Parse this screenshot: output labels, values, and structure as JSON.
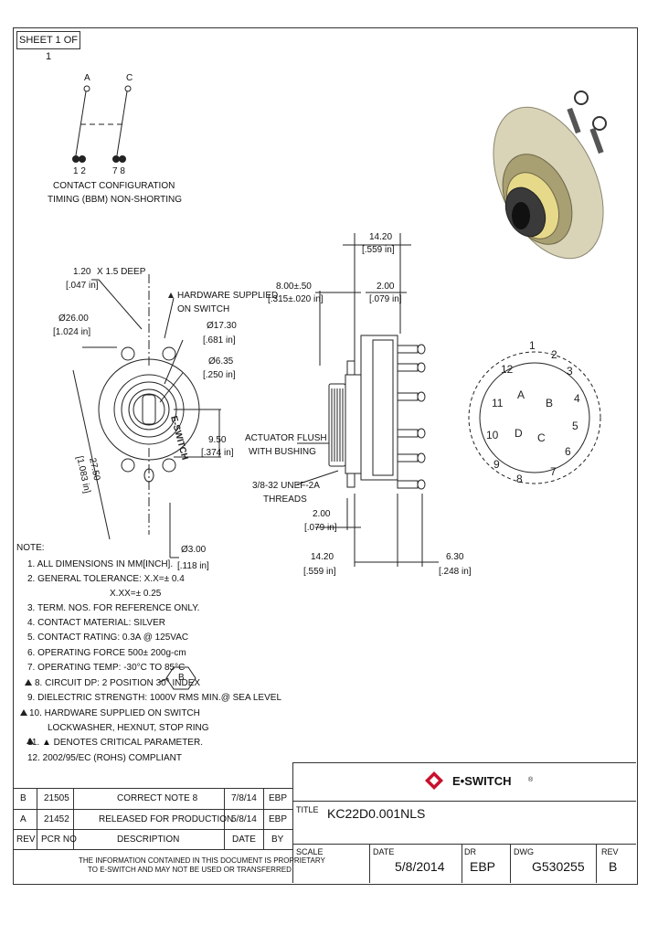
{
  "sheet_label": "SHEET 1 OF 1",
  "contact_config": {
    "pin_a": "A",
    "pin_c": "C",
    "pins_left": "1 2",
    "pins_right": "7 8",
    "title": "CONTACT CONFIGURATION",
    "subtitle": "TIMING (BBM) NON-SHORTING"
  },
  "front_view": {
    "keyway_top": "1.20",
    "keyway_depth": "X 1.5 DEEP",
    "keyway_inch": "[.047 in]",
    "hardware_note_1": "HARDWARE SUPPLIED",
    "hardware_note_2": "ON SWITCH",
    "dia_26": "Ø26.00",
    "dia_26_in": "[1.024 in]",
    "dia_17": "Ø17.30",
    "dia_17_in": "[.681 in]",
    "dia_6": "Ø6.35",
    "dia_6_in": "[.250 in]",
    "dim_950": "9.50",
    "dim_950_in": "[.374 in]",
    "dim_2750": "27.50",
    "dim_2750_in": "[1.083 in]",
    "dia_3": "Ø3.00",
    "dia_3_in": "[.118 in]",
    "brand_mark": "E-SWITCH"
  },
  "side_view": {
    "top_dim": "14.20",
    "top_dim_in": "[.559 in]",
    "bush_dim": "8.00±.50",
    "bush_dim_in": "[.315±.020 in]",
    "pin_dim": "2.00",
    "pin_dim_in": "[.079 in]",
    "actuator_note_1": "ACTUATOR FLUSH",
    "actuator_note_2": "WITH BUSHING",
    "thread_note_1": "3/8-32 UNEF-2A",
    "thread_note_2": "THREADS",
    "bot_small": "2.00",
    "bot_small_in": "[.079 in]",
    "bot_big": "14.20",
    "bot_big_in": "[.559 in]",
    "bot_right": "6.30",
    "bot_right_in": "[.248 in]"
  },
  "rear_view": {
    "terminals": [
      "1",
      "2",
      "3",
      "4",
      "5",
      "6",
      "7",
      "8",
      "9",
      "10",
      "11",
      "12"
    ],
    "commons": [
      "A",
      "B",
      "C",
      "D"
    ]
  },
  "notes": {
    "heading": "NOTE:",
    "lines": [
      "1. ALL DIMENSIONS IN MM[INCH].",
      "2. GENERAL TOLERANCE: X.X=± 0.4",
      "X.XX=± 0.25",
      "3. TERM. NOS. FOR REFERENCE ONLY.",
      "4. CONTACT MATERIAL: SILVER",
      "5. CONTACT RATING: 0.3A @ 125VAC",
      "6. OPERATING FORCE 500± 200g-cm",
      "7. OPERATING TEMP: -30°C TO 85°C",
      "8. CIRCUIT DP: 2 POSITION 30° INDEX",
      "9. DIELECTRIC STRENGTH: 1000V RMS MIN.@ SEA LEVEL",
      "10. HARDWARE SUPPLIED ON SWITCH",
      "LOCKWASHER, HEXNUT, STOP RING",
      "11. ▲ DENOTES CRITICAL PARAMETER.",
      "12. 2002/95/EC (ROHS) COMPLIANT"
    ],
    "rev_flag": "B"
  },
  "revision_table": {
    "rows": [
      {
        "rev": "B",
        "pcr": "21505",
        "desc": "CORRECT NOTE 8",
        "date": "7/8/14",
        "by": "EBP"
      },
      {
        "rev": "A",
        "pcr": "21452",
        "desc": "RELEASED FOR PRODUCTION",
        "date": "5/8/14",
        "by": "EBP"
      }
    ],
    "headers": {
      "rev": "REV",
      "pcr": "PCR NO",
      "desc": "DESCRIPTION",
      "date": "DATE",
      "by": "BY"
    },
    "confidential_1": "THE INFORMATION CONTAINED IN THIS DOCUMENT IS PROPRIETARY",
    "confidential_2": "TO E-SWITCH AND MAY NOT BE USED OR TRANSFERRED"
  },
  "title_block": {
    "logo_text": "E•SWITCH",
    "logo_reg": "®",
    "title_label": "TITLE",
    "title_value": "KC22D0.001NLS",
    "scale_label": "SCALE",
    "date_label": "DATE",
    "date_value": "5/8/2014",
    "dr_label": "DR",
    "dr_value": "EBP",
    "dwg_label": "DWG",
    "dwg_value": "G530255",
    "rev_label": "REV",
    "rev_value": "B"
  },
  "colors": {
    "line": "#333333",
    "logo_red": "#c8102e",
    "body_beige": "#d9d4b8"
  }
}
